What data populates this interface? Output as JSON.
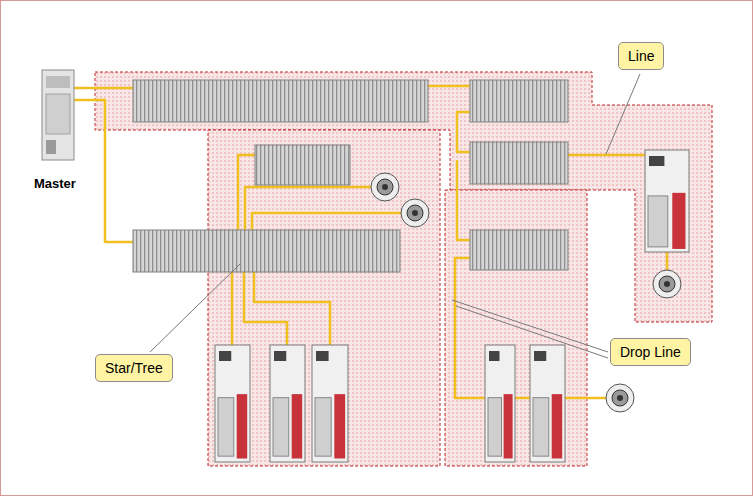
{
  "diagram": {
    "nodes": [
      {
        "text": [
          "Master"
        ]
      },
      {
        "text": [
          "Line"
        ]
      },
      {
        "text": [
          "Star/Tree"
        ]
      },
      {
        "text": [
          "Drop Line"
        ]
      }
    ]
  }
}
